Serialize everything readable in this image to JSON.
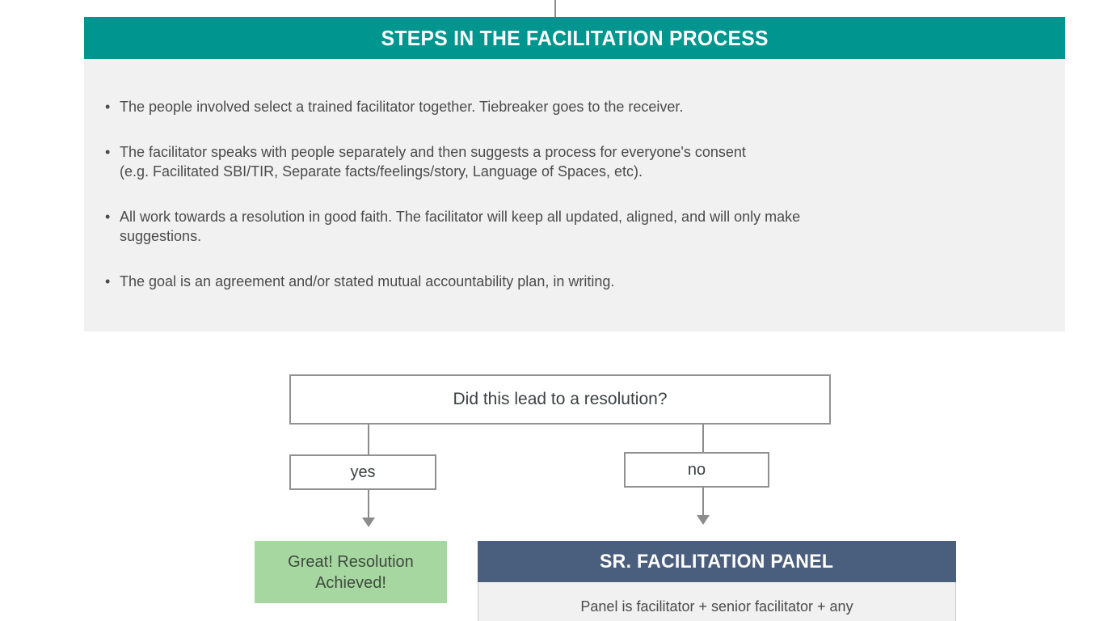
{
  "colors": {
    "teal_header": "#00968f",
    "panel_header_blue": "#4a5e7d",
    "green_outcome_bg": "#a6d7a0",
    "content_bg": "#f1f1f1",
    "box_border_gray": "#919191",
    "body_text": "#4b4b4b"
  },
  "process": {
    "title": "STEPS IN THE FACILITATION PROCESS",
    "bullets": [
      "The people involved select a trained facilitator together. Tiebreaker goes to the receiver.",
      "The facilitator speaks with people separately and then suggests a process for everyone's consent\n(e.g. Facilitated SBI/TIR, Separate facts/feelings/story, Language of Spaces, etc).",
      "All work towards a resolution in good faith. The facilitator will keep all updated, aligned, and will only make\nsuggestions.",
      "The goal is an agreement and/or stated mutual accountability plan, in writing."
    ]
  },
  "flowchart": {
    "question": "Did this lead to a resolution?",
    "yes_label": "yes",
    "no_label": "no",
    "yes_outcome": "Great! Resolution\nAchieved!",
    "no_outcome": {
      "title": "SR. FACILITATION PANEL",
      "body": "Panel is facilitator + senior facilitator + any"
    }
  }
}
